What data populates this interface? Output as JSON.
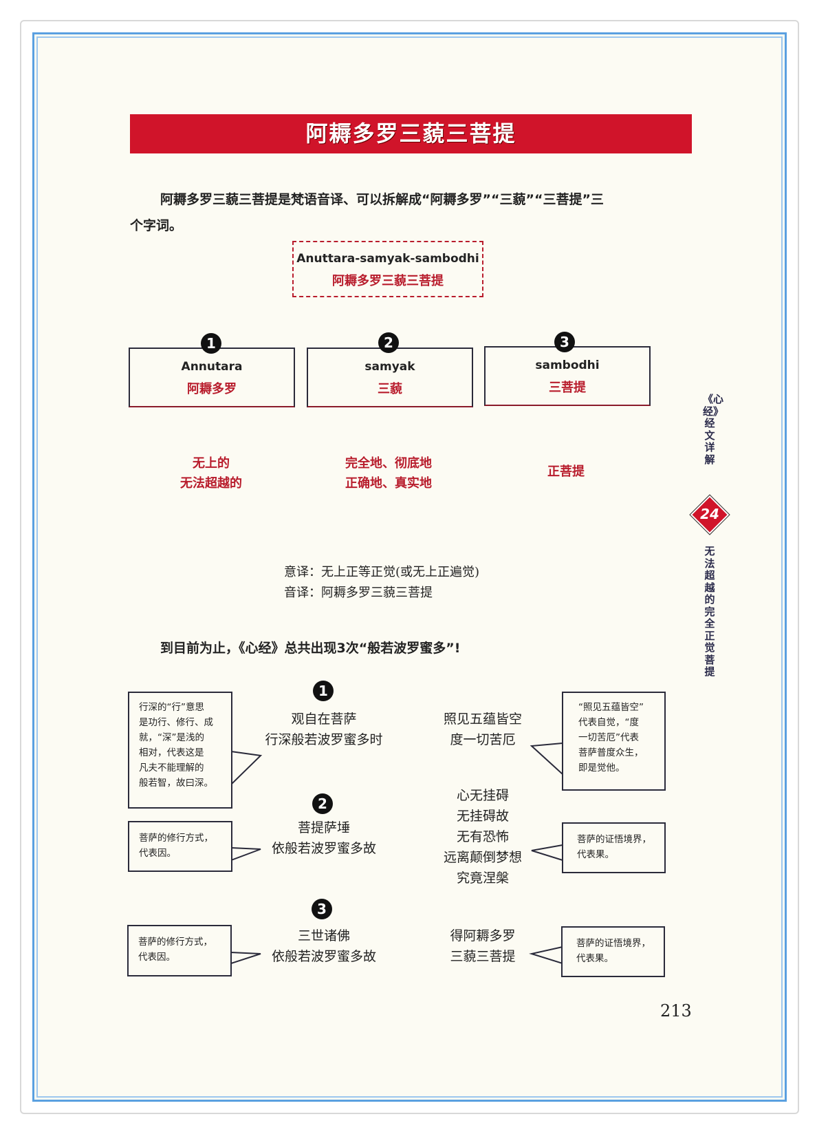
{
  "title": "阿耨多罗三藐三菩提",
  "intro": {
    "line1": "阿耨多罗三藐三菩提是梵语音译、可以拆解成“阿耨多罗”“三藐”“三菩提”三",
    "line2": "个字词。"
  },
  "term": {
    "sanskrit": "Anuttara-samyak-sambodhi",
    "chinese": "阿耨多罗三藐三菩提"
  },
  "parts": [
    {
      "num": "1",
      "sanskrit": "Annutara",
      "chinese": "阿耨多罗",
      "meaning": [
        "无上的",
        "无法超越的"
      ]
    },
    {
      "num": "2",
      "sanskrit": "samyak",
      "chinese": "三藐",
      "meaning": [
        "完全地、彻底地",
        "正确地、真实地"
      ]
    },
    {
      "num": "3",
      "sanskrit": "sambodhi",
      "chinese": "三菩提",
      "meaning": [
        "正菩提"
      ]
    }
  ],
  "translation": {
    "meaning": "意译：无上正等正觉(或无上正遍觉)",
    "phonetic": "音译：阿耨多罗三藐三菩提"
  },
  "summary": "到目前为止，《心经》总共出现3次“般若波罗蜜多”!",
  "occurrences": [
    {
      "num": "1",
      "left_note": [
        "行深的“行”意思",
        "是功行、修行、成",
        "就，“深”是浅的",
        "相对，代表这是",
        "凡夫不能理解的",
        "般若智，故曰深。"
      ],
      "cause": [
        "观自在菩萨",
        "行深般若波罗蜜多时"
      ],
      "effect": [
        "照见五蕴皆空",
        "度一切苦厄"
      ],
      "right_note": [
        "“照见五蕴皆空”",
        "代表自觉，“度",
        "一切苦厄”代表",
        "菩萨普度众生，",
        "即是觉他。"
      ]
    },
    {
      "num": "2",
      "left_note": [
        "菩萨的修行方式，",
        "代表因。"
      ],
      "cause": [
        "菩提萨埵",
        "依般若波罗蜜多故"
      ],
      "effect": [
        "心无挂碍",
        "无挂碍故",
        "无有恐怖",
        "远离颠倒梦想",
        "究竟涅槃"
      ],
      "right_note": [
        "菩萨的证悟境界，",
        "代表果。"
      ]
    },
    {
      "num": "3",
      "left_note": [
        "菩萨的修行方式，",
        "代表因。"
      ],
      "cause": [
        "三世诸佛",
        "依般若波罗蜜多故"
      ],
      "effect": [
        "得阿耨多罗",
        "三藐三菩提"
      ],
      "right_note": [
        "菩萨的证悟境界，",
        "代表果。"
      ]
    }
  ],
  "sidebar": {
    "book": "《心经》经文详解",
    "chapter": "24",
    "section": "无法超越的完全正觉菩提"
  },
  "page_number": "213",
  "colors": {
    "accent": "#d0142a",
    "frame": "#5aa0e0"
  }
}
